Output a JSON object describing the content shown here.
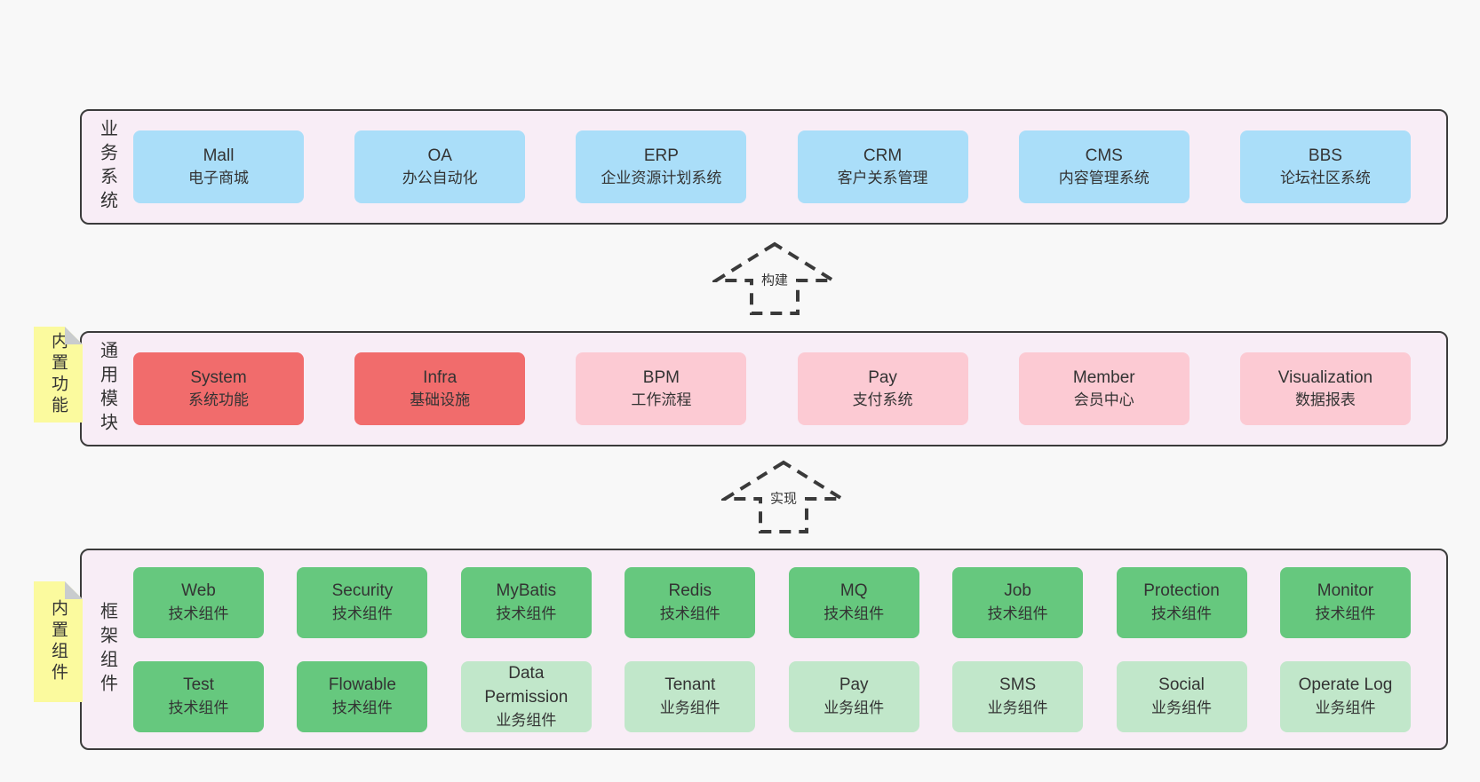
{
  "colors": {
    "page_bg": "#f8f8f8",
    "band_bg": "#f8edf6",
    "band_border": "#3b3b3b",
    "blue": "#aadef9",
    "red": "#f16c6c",
    "pink": "#fccad3",
    "green": "#66c87e",
    "light_green": "#c1e7ca",
    "yellow": "#fbfa9e",
    "fold_gray": "#c9ccce",
    "text": "#333333"
  },
  "arrows": [
    {
      "label": "构建"
    },
    {
      "label": "实现"
    }
  ],
  "bands": {
    "business": {
      "label": "业务系统",
      "boxes": [
        {
          "name": "Mall",
          "desc": "电子商城",
          "variant": "blue"
        },
        {
          "name": "OA",
          "desc": "办公自动化",
          "variant": "blue"
        },
        {
          "name": "ERP",
          "desc": "企业资源计划系统",
          "variant": "blue"
        },
        {
          "name": "CRM",
          "desc": "客户关系管理",
          "variant": "blue"
        },
        {
          "name": "CMS",
          "desc": "内容管理系统",
          "variant": "blue"
        },
        {
          "name": "BBS",
          "desc": "论坛社区系统",
          "variant": "blue"
        }
      ]
    },
    "modules": {
      "label": "通用模块",
      "sticky_note": "内置功能",
      "boxes": [
        {
          "name": "System",
          "desc": "系统功能",
          "variant": "red"
        },
        {
          "name": "Infra",
          "desc": "基础设施",
          "variant": "red"
        },
        {
          "name": "BPM",
          "desc": "工作流程",
          "variant": "pink"
        },
        {
          "name": "Pay",
          "desc": "支付系统",
          "variant": "pink"
        },
        {
          "name": "Member",
          "desc": "会员中心",
          "variant": "pink"
        },
        {
          "name": "Visualization",
          "desc": "数据报表",
          "variant": "pink"
        }
      ]
    },
    "framework": {
      "label": "框架组件",
      "sticky_note": "内置组件",
      "rows": [
        [
          {
            "name": "Web",
            "desc": "技术组件",
            "variant": "green"
          },
          {
            "name": "Security",
            "desc": "技术组件",
            "variant": "green"
          },
          {
            "name": "MyBatis",
            "desc": "技术组件",
            "variant": "green"
          },
          {
            "name": "Redis",
            "desc": "技术组件",
            "variant": "green"
          },
          {
            "name": "MQ",
            "desc": "技术组件",
            "variant": "green"
          },
          {
            "name": "Job",
            "desc": "技术组件",
            "variant": "green"
          },
          {
            "name": "Protection",
            "desc": "技术组件",
            "variant": "green"
          },
          {
            "name": "Monitor",
            "desc": "技术组件",
            "variant": "green"
          }
        ],
        [
          {
            "name": "Test",
            "desc": "技术组件",
            "variant": "green"
          },
          {
            "name": "Flowable",
            "desc": "技术组件",
            "variant": "green"
          },
          {
            "name": "Data Permission",
            "desc": "业务组件",
            "variant": "light-green"
          },
          {
            "name": "Tenant",
            "desc": "业务组件",
            "variant": "light-green"
          },
          {
            "name": "Pay",
            "desc": "业务组件",
            "variant": "light-green"
          },
          {
            "name": "SMS",
            "desc": "业务组件",
            "variant": "light-green"
          },
          {
            "name": "Social",
            "desc": "业务组件",
            "variant": "light-green"
          },
          {
            "name": "Operate Log",
            "desc": "业务组件",
            "variant": "light-green"
          }
        ]
      ]
    }
  }
}
